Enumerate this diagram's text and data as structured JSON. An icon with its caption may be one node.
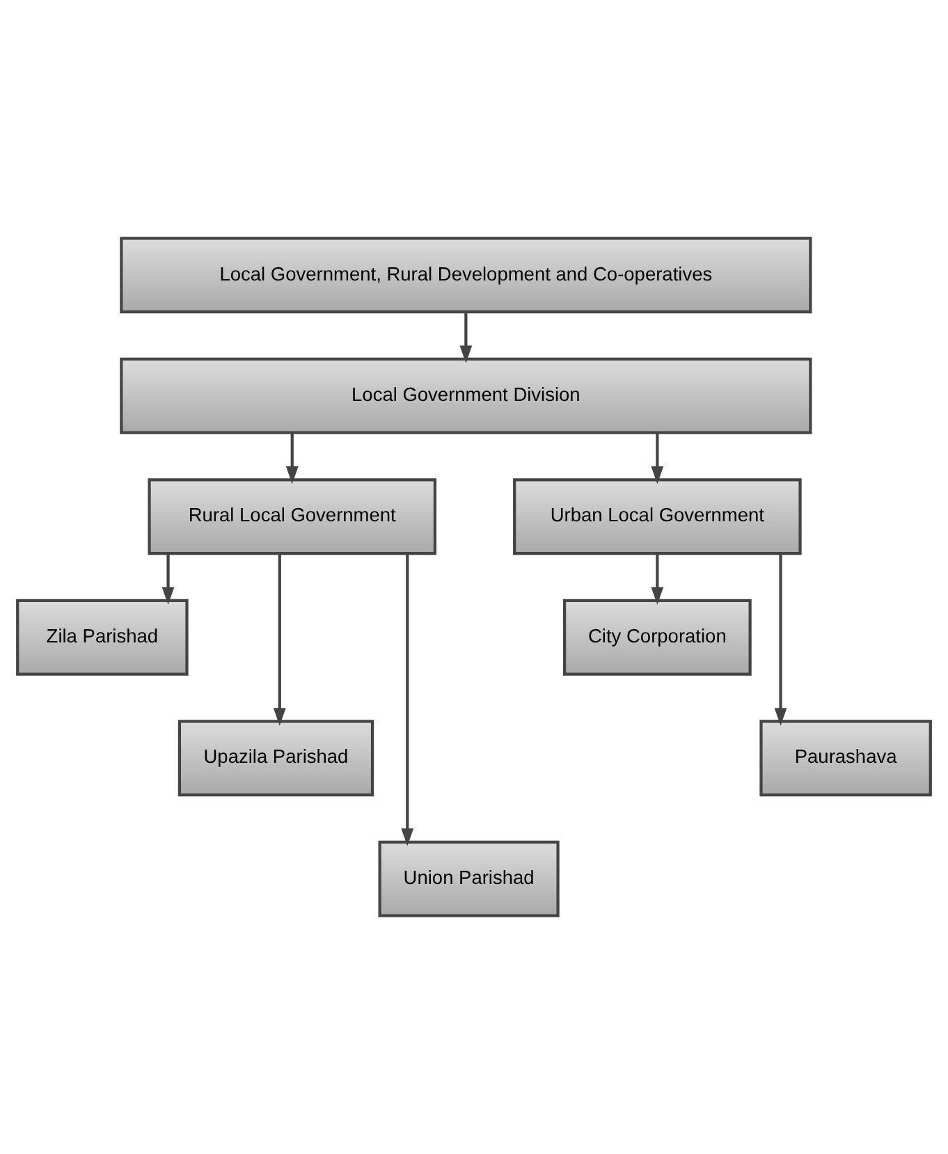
{
  "diagram": {
    "nodes": [
      {
        "text": [
          "Local Government, Rural Development and Co-operatives"
        ]
      },
      {
        "text": [
          "Local Government Division"
        ]
      },
      {
        "text": [
          "Rural Local Government"
        ]
      },
      {
        "text": [
          "Urban Local Government"
        ]
      },
      {
        "text": [
          "Zila Parishad"
        ]
      },
      {
        "text": [
          "City Corporation"
        ]
      },
      {
        "text": [
          "Upazila Parishad"
        ]
      },
      {
        "text": [
          "Paurashava"
        ]
      },
      {
        "text": [
          "Union Parishad"
        ]
      }
    ],
    "edges": [
      {
        "from": 0,
        "to": 1,
        "arrow": "to"
      },
      {
        "from": 1,
        "to": 2,
        "arrow": "to"
      },
      {
        "from": 1,
        "to": 3,
        "arrow": "to"
      },
      {
        "from": 2,
        "to": 4,
        "arrow": "to"
      },
      {
        "from": 2,
        "to": 6,
        "arrow": "to"
      },
      {
        "from": 2,
        "to": 8,
        "arrow": "to"
      },
      {
        "from": 3,
        "to": 5,
        "arrow": "to"
      },
      {
        "from": 3,
        "to": 7,
        "arrow": "to"
      }
    ]
  }
}
